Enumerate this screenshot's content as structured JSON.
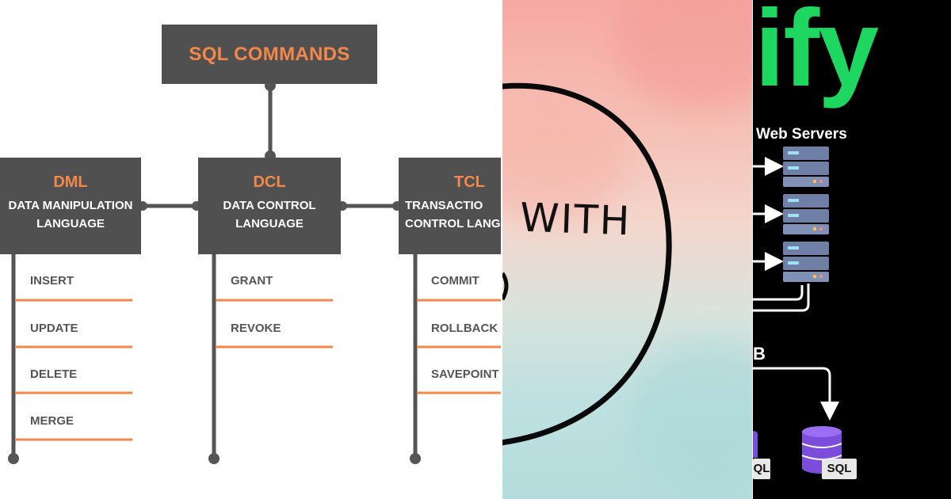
{
  "diagram": {
    "root": "SQL COMMANDS",
    "categories": [
      {
        "abbr": "DML",
        "full": "DATA MANIPULATION\nLANGUAGE",
        "items": [
          "INSERT",
          "UPDATE",
          "DELETE",
          "MERGE"
        ]
      },
      {
        "abbr": "DCL",
        "full": "DATA CONTROL\nLANGUAGE",
        "items": [
          "GRANT",
          "REVOKE"
        ]
      },
      {
        "abbr": "TCL",
        "full": "TRANSACTIO\nCONTROL LANG",
        "items": [
          "COMMIT",
          "ROLLBACK",
          "SAVEPOINT"
        ]
      }
    ]
  },
  "watercolor": {
    "text": "WITH"
  },
  "servers": {
    "logo": "ify",
    "label": "Web Servers",
    "db_letter": "B",
    "sql_tags": [
      "QL",
      "SQL"
    ]
  },
  "colors": {
    "box": "#505050",
    "accent_orange": "#f2884a",
    "line": "#555555",
    "logo_green": "#1ed760",
    "server_blue": "#6f7fa6",
    "db_purple": "#7c4ddb"
  }
}
